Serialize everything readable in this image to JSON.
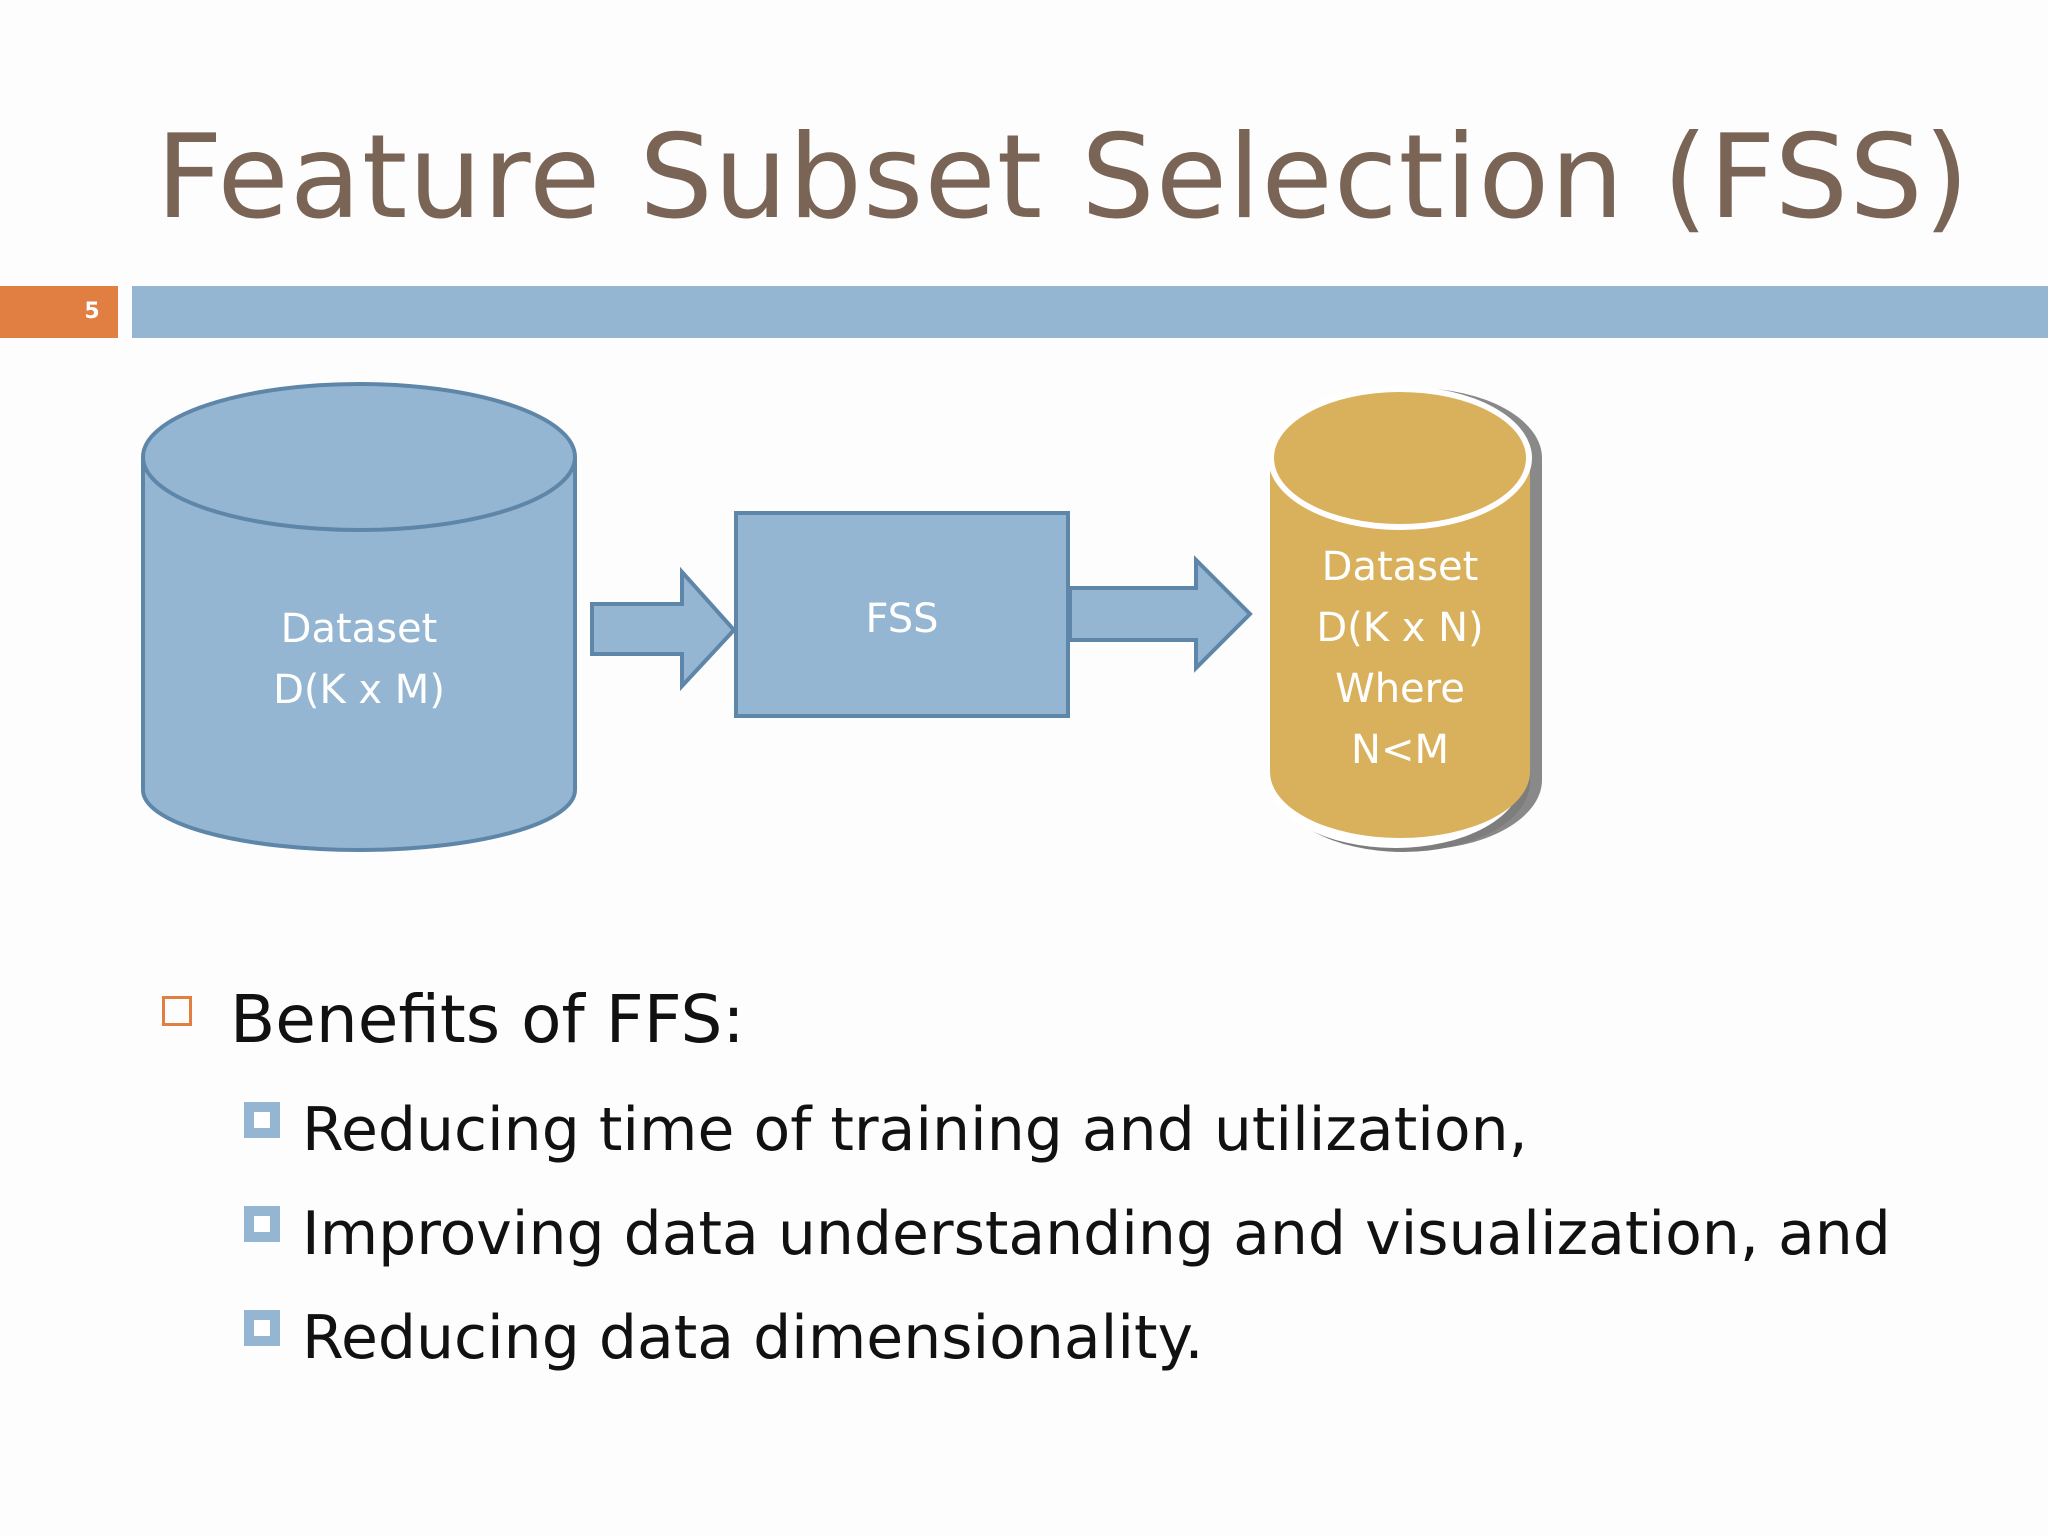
{
  "slide": {
    "title": "Feature Subset Selection (FSS)",
    "number": "5"
  },
  "diagram": {
    "source": {
      "line1": "Dataset",
      "line2": "D(K x M)"
    },
    "process": {
      "label": "FSS"
    },
    "result": {
      "line1": "Dataset",
      "line2": "D(K x N)",
      "line3": "Where",
      "line4": "N<M"
    }
  },
  "bullets": {
    "heading": "Benefits of FFS:",
    "items": [
      "Reducing time of training and utilization,",
      "Improving data understanding and visualization, and",
      "Reducing data dimensionality."
    ]
  },
  "colors": {
    "title": "#7a6456",
    "accent_orange": "#e07f41",
    "accent_blue": "#94b6d2",
    "shape_outline": "#5e86a9",
    "result_gold": "#d9b15c"
  }
}
